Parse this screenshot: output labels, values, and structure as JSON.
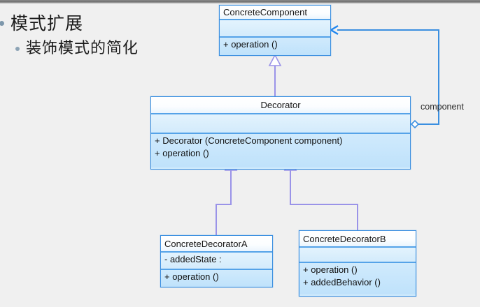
{
  "slide": {
    "background_color": "#f0f0f0",
    "chrome_bar_color": "#6e6e6e",
    "bullets": [
      {
        "level": 1,
        "text": "模式扩展",
        "bullet_icon": "dot-bullet"
      },
      {
        "level": 2,
        "text": "装饰模式的简化",
        "bullet_icon": "dot-bullet"
      }
    ]
  },
  "diagram": {
    "type": "uml-class-diagram",
    "pattern": "Decorator",
    "colors": {
      "class_border": "#3b8fe0",
      "class_title_fill": "#ffffff",
      "class_body_fill": "#cfeafc",
      "generalization_line": "#9a93e8",
      "association_line": "#3b8fe0"
    },
    "classes": [
      {
        "id": "concrete-component",
        "name": "ConcreteComponent",
        "title_align": "left",
        "attributes": [],
        "operations": [
          "+ operation ()"
        ]
      },
      {
        "id": "decorator",
        "name": "Decorator",
        "title_align": "center",
        "attributes": [],
        "operations": [
          "+ Decorator (ConcreteComponent component)",
          "+ operation ()"
        ]
      },
      {
        "id": "concrete-decorator-a",
        "name": "ConcreteDecoratorA",
        "title_align": "left",
        "attributes": [
          "- addedState :"
        ],
        "operations": [
          "+ operation ()"
        ]
      },
      {
        "id": "concrete-decorator-b",
        "name": "ConcreteDecoratorB",
        "title_align": "left",
        "attributes": [],
        "operations": [
          "+ operation ()",
          "+ addedBehavior ()"
        ]
      }
    ],
    "relationships": [
      {
        "id": "rel-decorator-generalizes-component",
        "type": "generalization",
        "from": "decorator",
        "to": "concrete-component",
        "label": ""
      },
      {
        "id": "rel-decorator-aggregates-component",
        "type": "aggregation",
        "from": "decorator",
        "to": "concrete-component",
        "label": "component"
      },
      {
        "id": "rel-a-generalizes-decorator",
        "type": "generalization",
        "from": "concrete-decorator-a",
        "to": "decorator",
        "label": ""
      },
      {
        "id": "rel-b-generalizes-decorator",
        "type": "generalization",
        "from": "concrete-decorator-b",
        "to": "decorator",
        "label": ""
      }
    ]
  }
}
